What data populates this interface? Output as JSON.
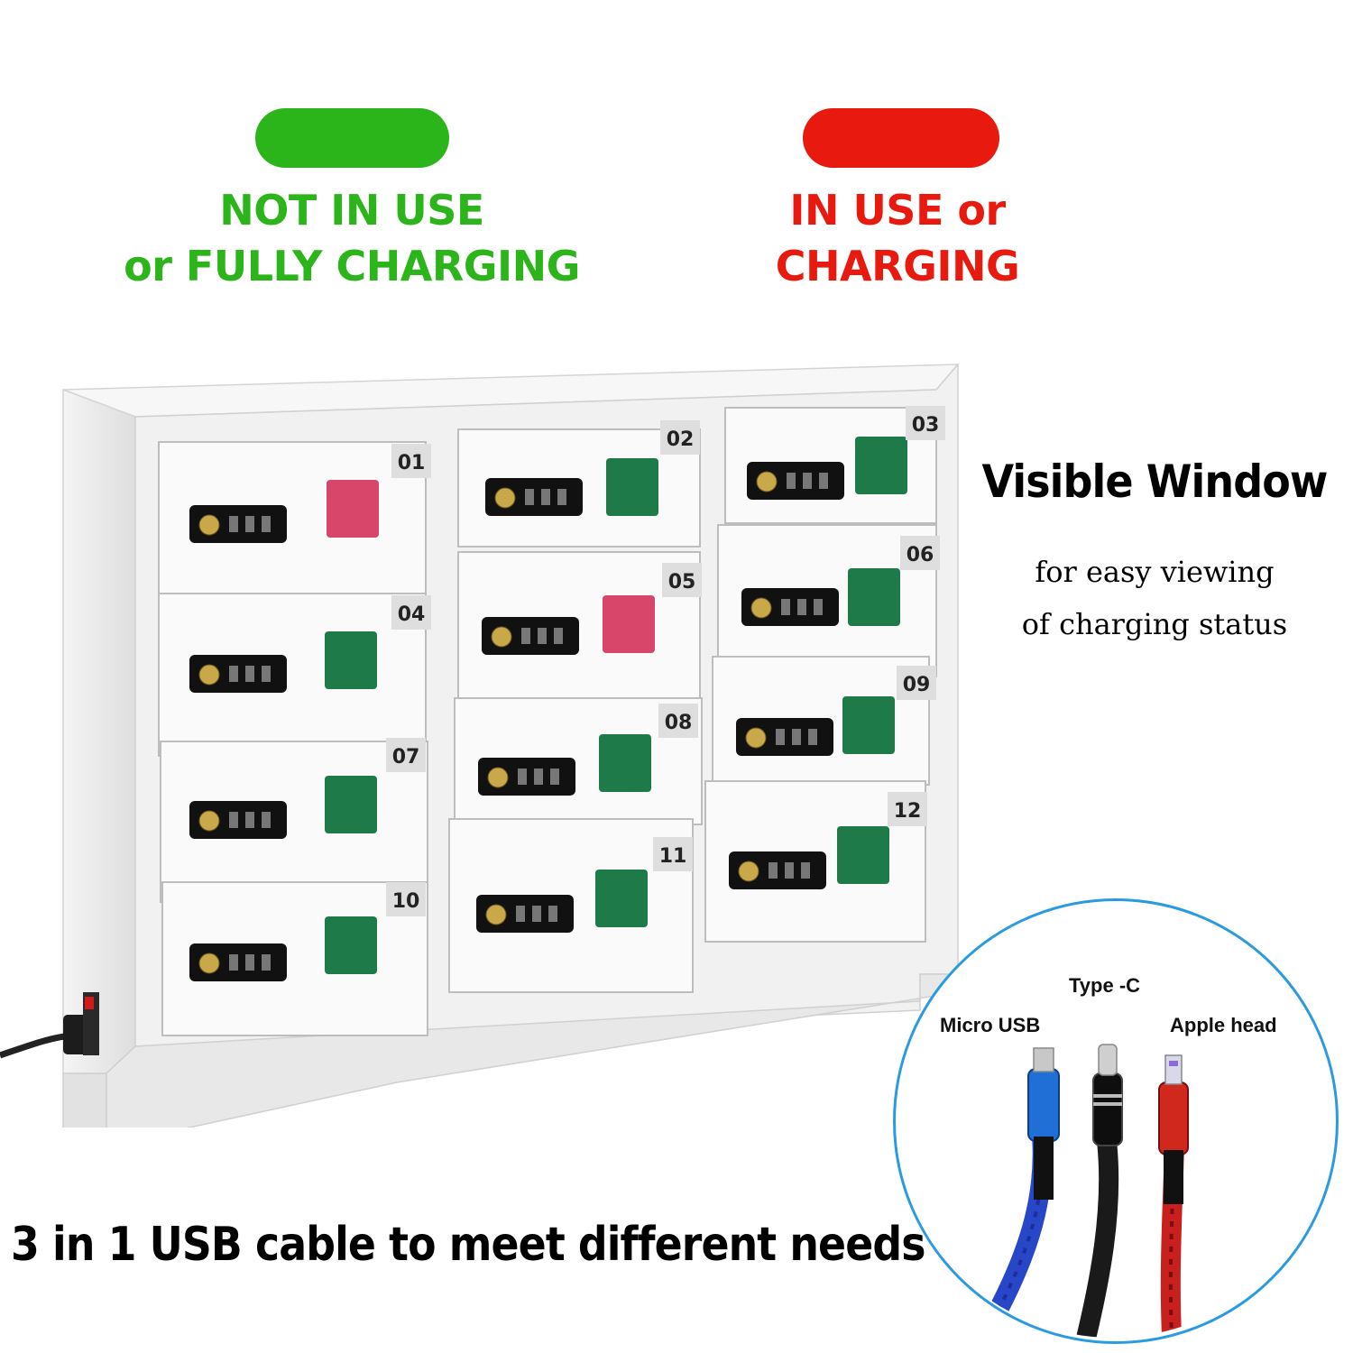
{
  "legend": {
    "available": {
      "line1": "NOT IN USE",
      "line2": "or FULLY CHARGING",
      "color": "#2bb51a"
    },
    "in_use": {
      "line1": "IN USE or",
      "line2": "CHARGING",
      "color": "#e8190e"
    }
  },
  "visible_window": {
    "title": "Visible Window",
    "line1": "for easy viewing",
    "line2": "of charging status"
  },
  "lockers": [
    {
      "number": "01",
      "window": "red"
    },
    {
      "number": "02",
      "window": "green"
    },
    {
      "number": "03",
      "window": "green"
    },
    {
      "number": "04",
      "window": "green"
    },
    {
      "number": "05",
      "window": "red"
    },
    {
      "number": "06",
      "window": "green"
    },
    {
      "number": "07",
      "window": "green"
    },
    {
      "number": "08",
      "window": "green"
    },
    {
      "number": "09",
      "window": "green"
    },
    {
      "number": "10",
      "window": "green"
    },
    {
      "number": "11",
      "window": "green"
    },
    {
      "number": "12",
      "window": "green"
    }
  ],
  "window_colors": {
    "red": "#d8466a",
    "green": "#1f7a4a"
  },
  "cables": {
    "micro_usb": "Micro USB",
    "type_c": "Type -C",
    "apple": "Apple head"
  },
  "caption": "3 in 1 USB cable to meet different needs"
}
